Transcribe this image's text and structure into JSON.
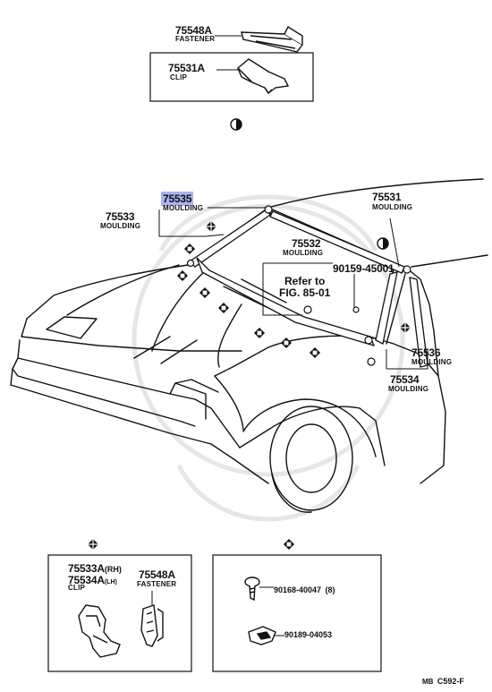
{
  "parts": {
    "fastener_top": {
      "number": "75548A",
      "name": "FASTENER"
    },
    "clip_top": {
      "number": "75531A",
      "name": "CLIP"
    },
    "moulding_75535": {
      "number": "75535",
      "name": "MOULDING"
    },
    "moulding_75533": {
      "number": "75533",
      "name": "MOULDING"
    },
    "moulding_75531": {
      "number": "75531",
      "name": "MOULDING"
    },
    "moulding_75532": {
      "number": "75532",
      "name": "MOULDING"
    },
    "bolt_90159": {
      "number": "90159-45001"
    },
    "moulding_75536": {
      "number": "75536",
      "name": "MOULDING"
    },
    "moulding_75534": {
      "number": "75534",
      "name": "MOULDING"
    },
    "clip_bottom_rh": {
      "number": "75533A",
      "side": "(RH)"
    },
    "clip_bottom_lh": {
      "number": "75534A",
      "side": "(LH)",
      "name": "CLIP"
    },
    "fastener_bottom": {
      "number": "75548A",
      "name": "FASTENER"
    },
    "screw_90168": {
      "number": "90168-40047",
      "qty": "(8)"
    },
    "nut_90189": {
      "number": "90189-04053"
    }
  },
  "reference": {
    "line1": "Refer to",
    "line2": "FIG. 85-01"
  },
  "figure_code": {
    "prefix": "MB",
    "code": "C592-F"
  },
  "colors": {
    "ink": "#111111",
    "highlight": "#aab3ee",
    "watermark": "#e6e6e6"
  },
  "symbols": {
    "half_circle": "half-circle-symbol",
    "diamond": "diamond-symbol",
    "square_in_diamond": "square-in-diamond-symbol"
  }
}
